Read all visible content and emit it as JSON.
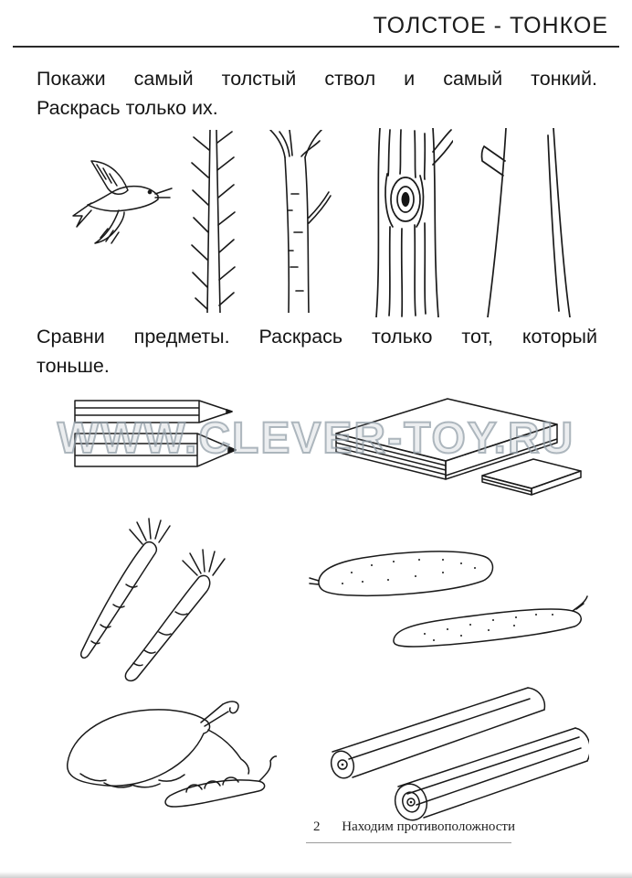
{
  "header": {
    "title": "ТОЛСТОЕ - ТОНКОЕ"
  },
  "instructions": {
    "first": {
      "line1": "Покажи самый толстый ствол и самый тонкий.",
      "line2": "Раскрась только их."
    },
    "second": {
      "line1": "Сравни предметы. Раскрась только тот, который",
      "line2": "тоньше."
    }
  },
  "watermark": "WWW.CLEVER-TOY.RU",
  "footer": {
    "page_number": "2",
    "series_title": "Находим противоположности"
  },
  "colors": {
    "ink": "#1a1a1a",
    "watermark_outline": "#94a0aa",
    "rule": "#2a2a2a"
  },
  "illustrations": {
    "bird": "flying-bird",
    "trunk_1": "thin-spruce-trunk-with-branch-stubs",
    "trunk_2": "birch-trunk-with-top-branches",
    "trunk_3": "thick-trunk-with-knot-hole",
    "trunk_4": "thick-smooth-trunk-with-branch-stub",
    "pencils": "thin-and-thick-pencils",
    "books": "thick-book-and-thin-book",
    "carrots": "thin-and-thick-carrots",
    "cucumbers": "thick-and-thin-cucumbers",
    "peas": "thick-and-thin-pea-pods",
    "logs": "thin-and-thick-logs"
  }
}
